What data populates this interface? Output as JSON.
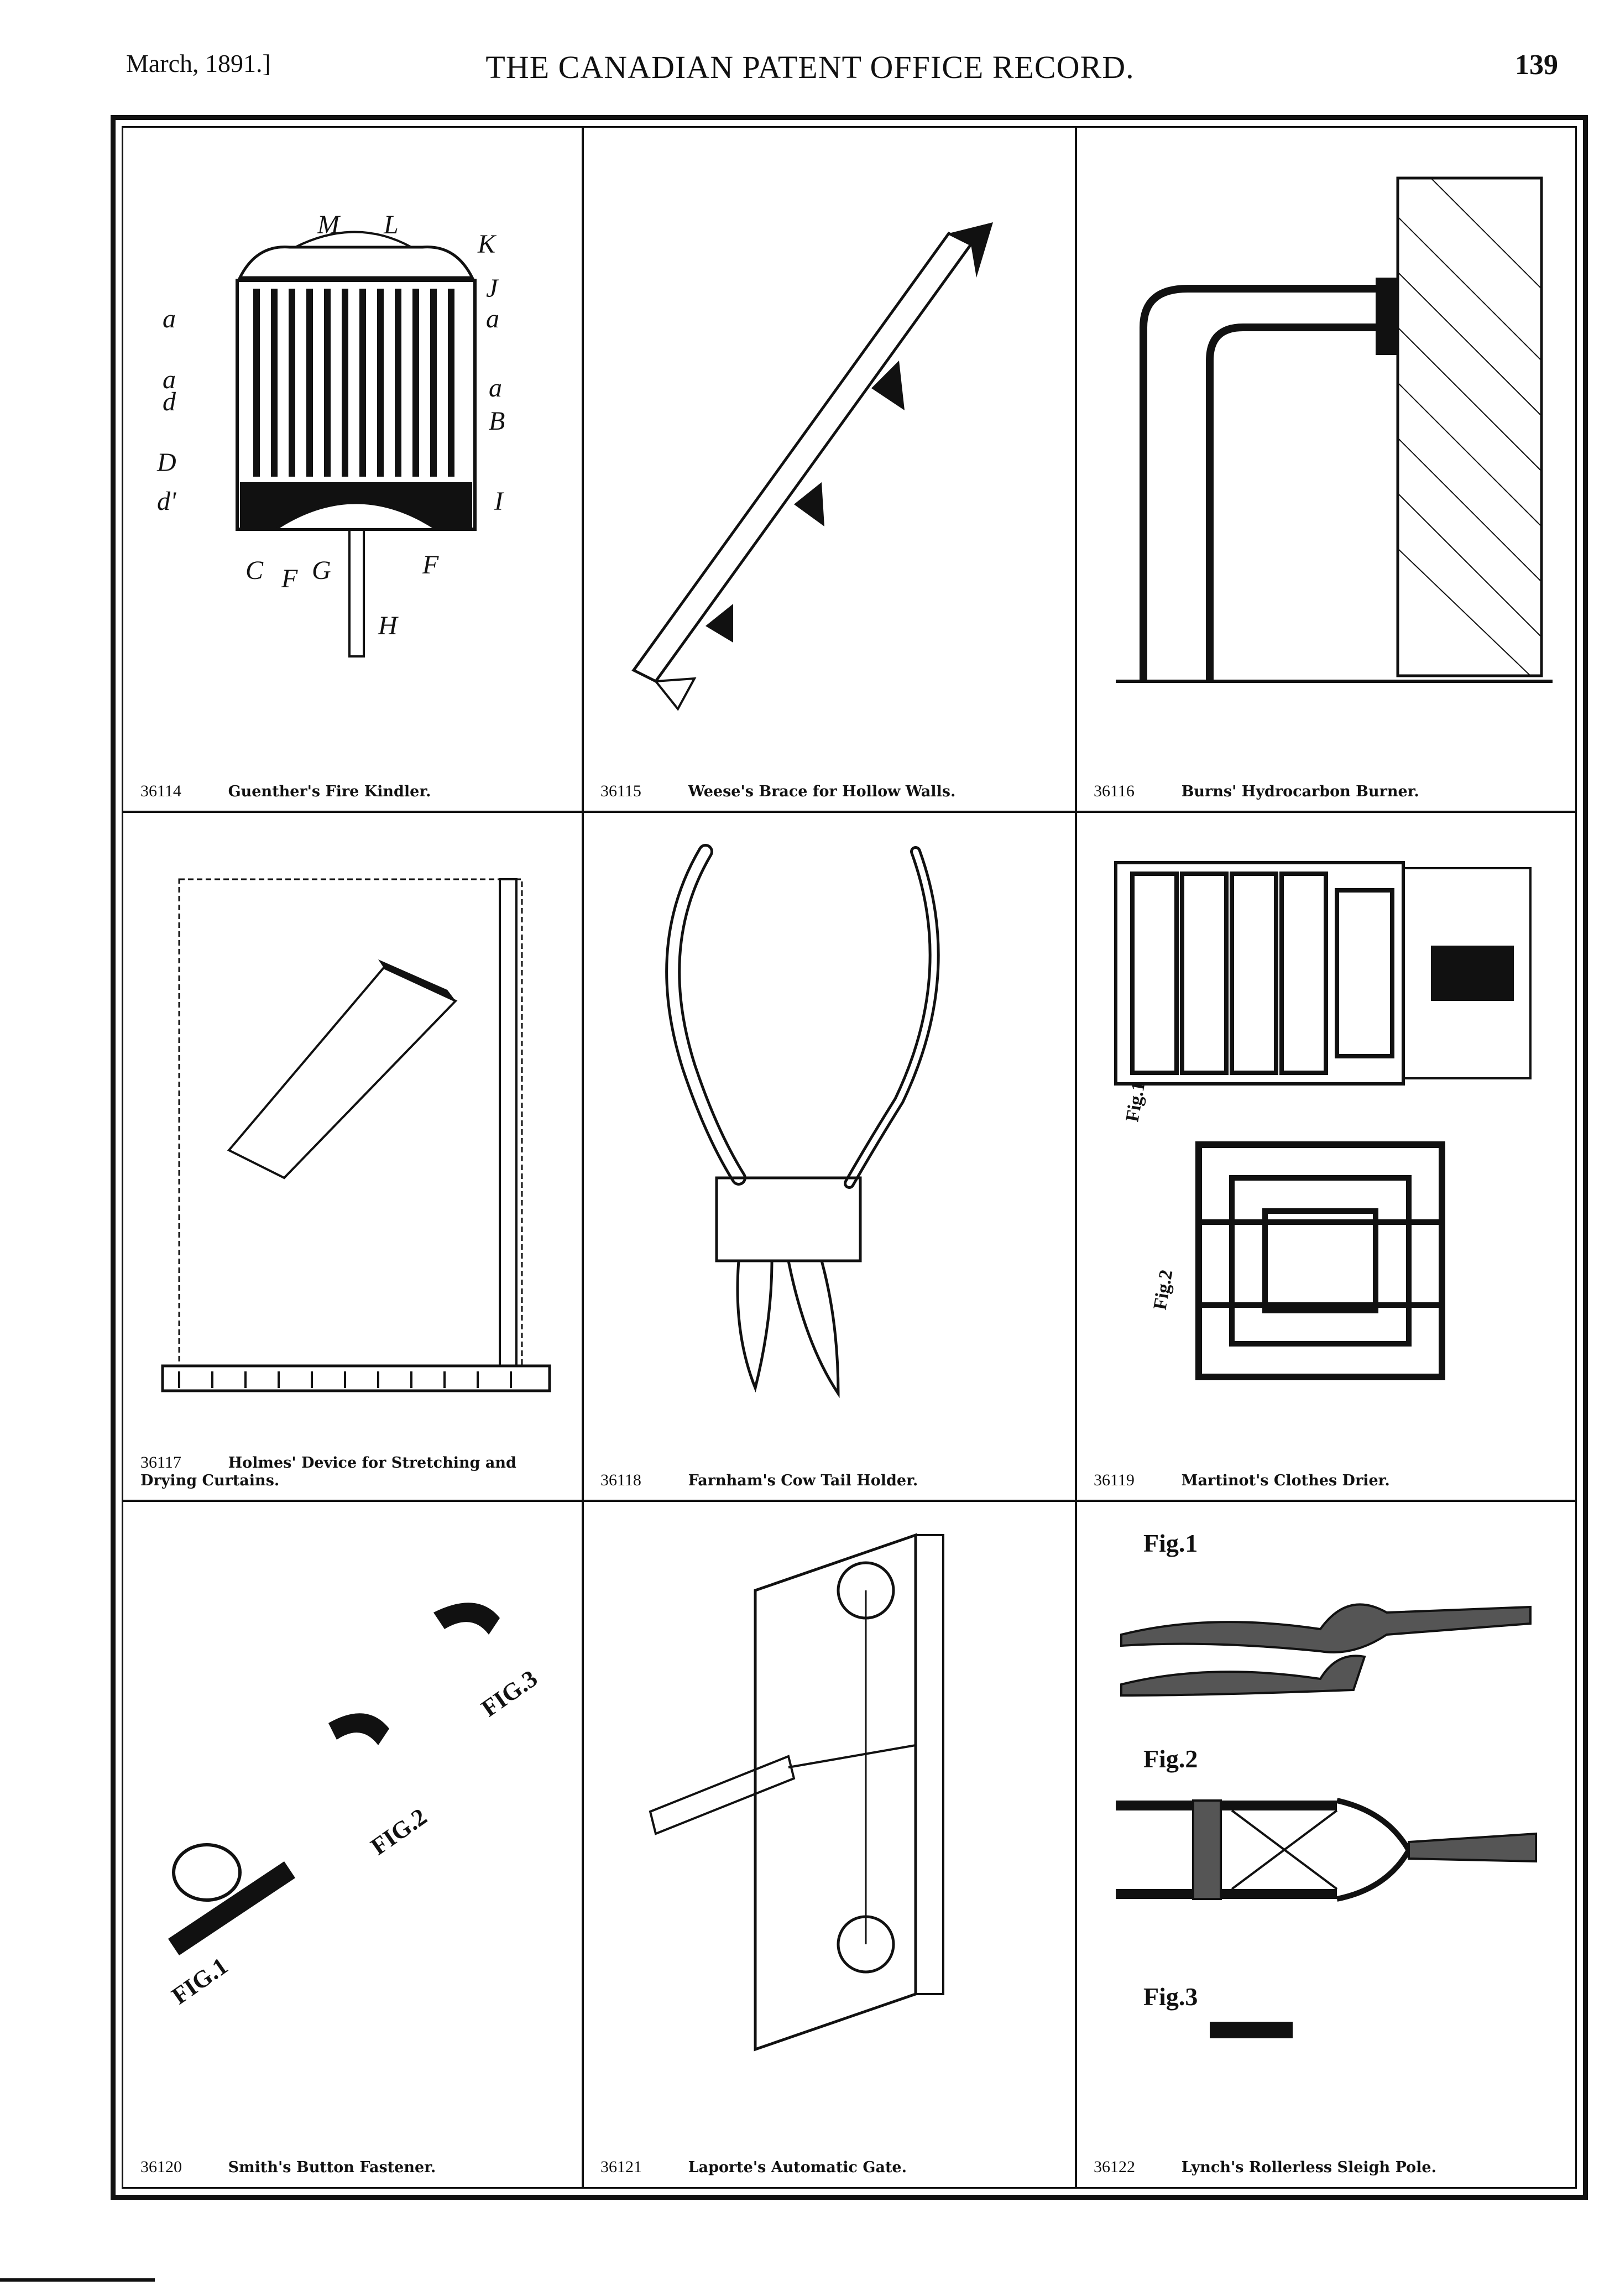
{
  "header": {
    "date": "March, 1891.]",
    "title": "THE CANADIAN PATENT OFFICE RECORD.",
    "page": "139"
  },
  "figures": [
    {
      "number": "36114",
      "title": "Guenther's Fire Kindler.",
      "labels": [
        "M",
        "L",
        "K",
        "J",
        "a",
        "a",
        "a",
        "d",
        "a",
        "B",
        "D",
        "d'",
        "I",
        "C",
        "F",
        "G",
        "F",
        "H"
      ]
    },
    {
      "number": "36115",
      "title": "Weese's Brace for Hollow Walls."
    },
    {
      "number": "36116",
      "title": "Burns' Hydrocarbon Burner."
    },
    {
      "number": "36117",
      "title": "Holmes' Device for Stretching and Drying Curtains."
    },
    {
      "number": "36118",
      "title": "Farnham's Cow Tail Holder."
    },
    {
      "number": "36119",
      "title": "Martinot's Clothes Drier.",
      "labels": [
        "Fig.1",
        "Fig.2"
      ]
    },
    {
      "number": "36120",
      "title": "Smith's Button Fastener.",
      "labels": [
        "FIG.1",
        "FIG.2",
        "FIG.3"
      ]
    },
    {
      "number": "36121",
      "title": "Laporte's Automatic Gate."
    },
    {
      "number": "36122",
      "title": "Lynch's Rollerless Sleigh Pole.",
      "labels": [
        "Fig.1",
        "Fig.2",
        "Fig.3"
      ]
    }
  ]
}
